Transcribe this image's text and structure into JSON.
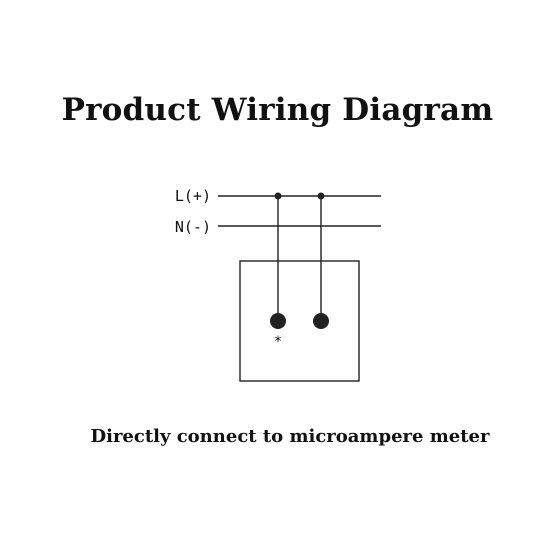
{
  "title": "Product Wiring Diagram",
  "wires": {
    "live_label": "L(+)",
    "neutral_label": "N(-)"
  },
  "terminal_mark": "*",
  "caption": "Directly connect to microampere meter",
  "colors": {
    "line": "#222222",
    "text": "#111111",
    "background": "#ffffff"
  }
}
